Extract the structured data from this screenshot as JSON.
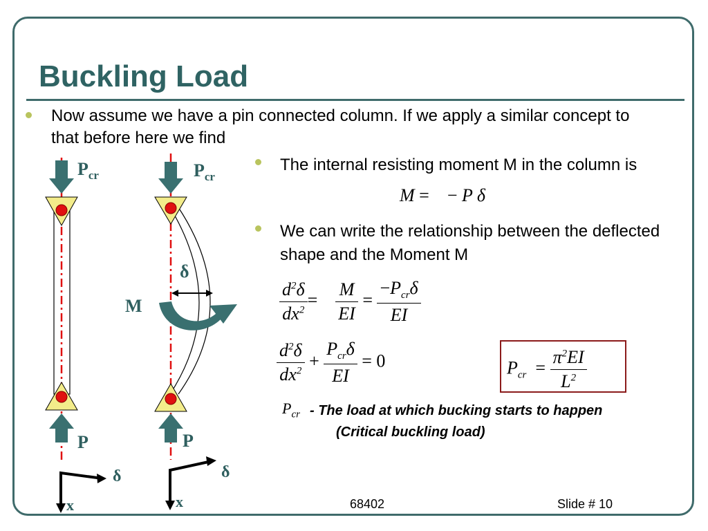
{
  "slide": {
    "title": "Buckling Load",
    "bullet_1": "Now assume we have a pin connected column. If we apply a similar concept to that before here we find",
    "bullet_2": "The internal resisting moment M in the column is",
    "bullet_3": "We can write the relationship between the deflected shape and the Moment M",
    "note_line_1": "- The load at which bucking starts to happen",
    "note_line_2": "(Critical buckling load)",
    "footer_center": "68402",
    "footer_right": "Slide # 10"
  },
  "diagram": {
    "load_top_label": "P",
    "load_sub": "cr",
    "load_bottom_label": "P",
    "moment_label": "M",
    "deflection_label": "δ",
    "axis_x_label": "x",
    "axis_d_label": "δ"
  },
  "colors": {
    "title": "#2f6363",
    "frame": "#3f6b6b",
    "bullet": "#b9c45e",
    "arrow": "#3a7070",
    "support": "#f3ec8a",
    "pin": "#e01010",
    "centerline": "#e01010",
    "box": "#8b1a1a"
  }
}
